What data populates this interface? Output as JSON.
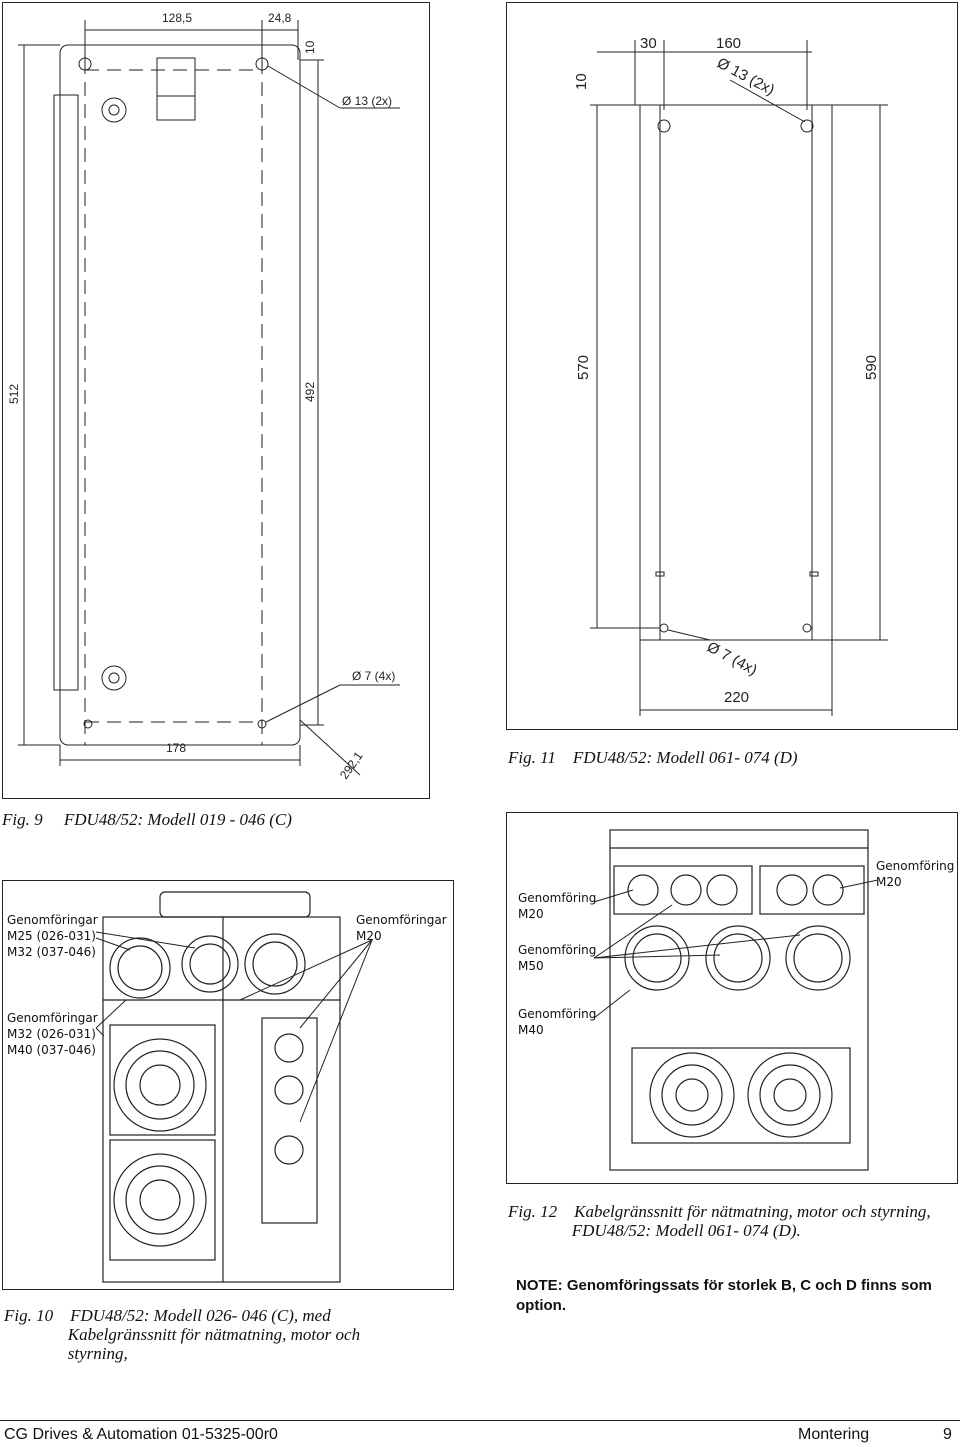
{
  "fig9": {
    "caption": "Fig. 9     FDU48/52: Modell 019 - 046 (C)",
    "dims": [
      "128,5",
      "24,8",
      "10",
      "Ø  13  (2x)",
      "512",
      "492",
      "Ø  7  (4x)",
      "178",
      "292,1"
    ]
  },
  "fig11": {
    "caption": "Fig. 11    FDU48/52: Modell 061- 074 (D)",
    "dims": [
      "30",
      "160",
      "10",
      "Ø  13 (2x)",
      "570",
      "590",
      "Ø  7 (4x)",
      "220"
    ]
  },
  "fig10": {
    "caption": "Fig. 10    FDU48/52: Modell 026- 046 (C), med\n               Kabelgränssnitt för nätmatning, motor och\n               styrning,",
    "labels": {
      "a": [
        "Genomföringar",
        "M25 (026-031)",
        "M32 (037-046)"
      ],
      "b": [
        "Genomföringar",
        "M20"
      ],
      "c": [
        "Genomföringar",
        "M32 (026-031)",
        "M40 (037-046)"
      ]
    }
  },
  "fig12": {
    "caption": "Fig. 12    Kabelgränssnitt för nätmatning, motor och styrning,\n               FDU48/52: Modell 061- 074 (D).",
    "labels": {
      "a": [
        "Genomföring",
        "M20"
      ],
      "b": [
        "Genomföring",
        "M50"
      ],
      "c": [
        "Genomföring",
        "M20"
      ],
      "d": [
        "Genomföring",
        "M40"
      ]
    }
  },
  "note": "NOTE: Genomföringssats för storlek B, C och D finns som option.",
  "footer": {
    "left": "CG Drives & Automation 01-5325-00r0",
    "section": "Montering",
    "page": "9"
  }
}
